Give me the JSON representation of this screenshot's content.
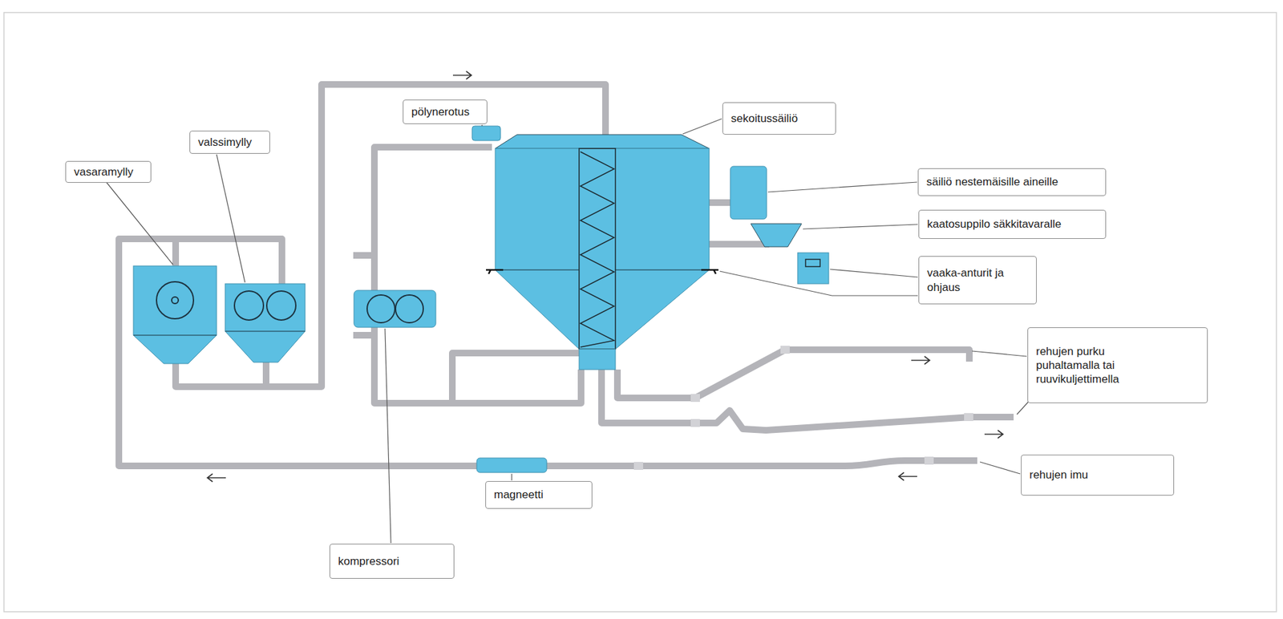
{
  "diagram": {
    "nodes": [
      {
        "text": [
          "vasaramylly"
        ]
      },
      {
        "text": [
          "valssimylly"
        ]
      },
      {
        "text": [
          "pölynerotus"
        ]
      },
      {
        "text": [
          "sekoitussäiliö"
        ]
      },
      {
        "text": [
          "säiliö nestemäisille aineille"
        ]
      },
      {
        "text": [
          "kaatosuppilo säkkitavaralle"
        ]
      },
      {
        "text": [
          "vaaka-anturit ja ohjaus"
        ]
      },
      {
        "text": [
          "rehujen purku puhaltamalla tai ruuvikuljettimella"
        ]
      },
      {
        "text": [
          "rehujen imu"
        ]
      },
      {
        "text": [
          "magneetti"
        ]
      },
      {
        "text": [
          "kompressori"
        ]
      }
    ]
  }
}
